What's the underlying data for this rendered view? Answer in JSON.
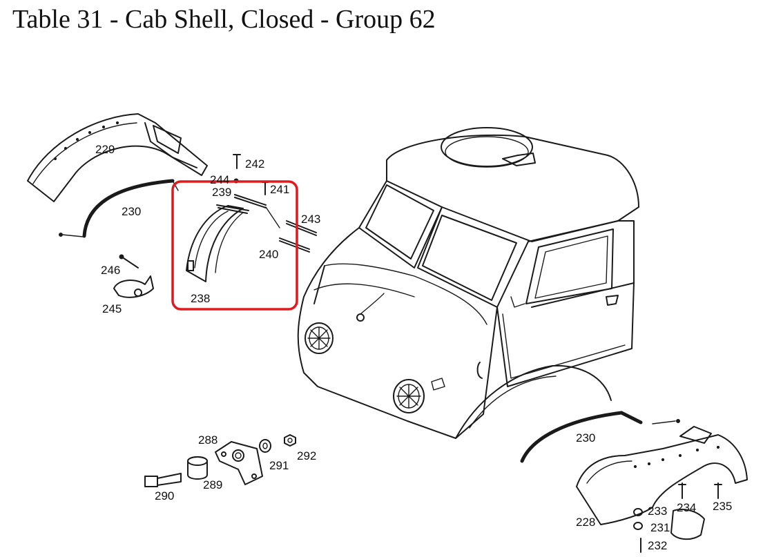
{
  "title": "Table 31 - Cab Shell, Closed - Group 62",
  "highlight_color": "#e0191e",
  "labels": {
    "p229": "229",
    "p230_left": "230",
    "p230_right": "230",
    "p242": "242",
    "p244": "244",
    "p239": "239",
    "p241": "241",
    "p243": "243",
    "p240": "240",
    "p246": "246",
    "p245": "245",
    "p238": "238",
    "p288": "288",
    "p292": "292",
    "p291": "291",
    "p289": "289",
    "p290": "290",
    "p228": "228",
    "p233": "233",
    "p234": "234",
    "p235": "235",
    "p231": "231",
    "p232": "232"
  }
}
